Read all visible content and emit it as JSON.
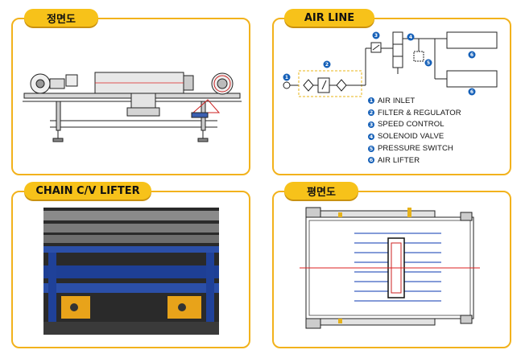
{
  "panels": {
    "front_view": {
      "title": "정면도"
    },
    "air_line": {
      "title": "AIR LINE",
      "markers": [
        "1",
        "2",
        "3",
        "4",
        "5",
        "6",
        "6"
      ],
      "legend": [
        {
          "num": "1",
          "label": "AIR INLET"
        },
        {
          "num": "2",
          "label": "FILTER & REGULATOR"
        },
        {
          "num": "3",
          "label": "SPEED CONTROL"
        },
        {
          "num": "4",
          "label": "SOLENOID VALVE"
        },
        {
          "num": "5",
          "label": "PRESSURE SWITCH"
        },
        {
          "num": "6",
          "label": "AIR LIFTER"
        }
      ]
    },
    "chain_lifter": {
      "title": "CHAIN C/V LIFTER"
    },
    "plan_view": {
      "title": "평면도"
    }
  },
  "colors": {
    "accent": "#f7c21a",
    "border": "#f2b21c",
    "marker": "#1560b8",
    "drawing": "#1b1b1b"
  }
}
